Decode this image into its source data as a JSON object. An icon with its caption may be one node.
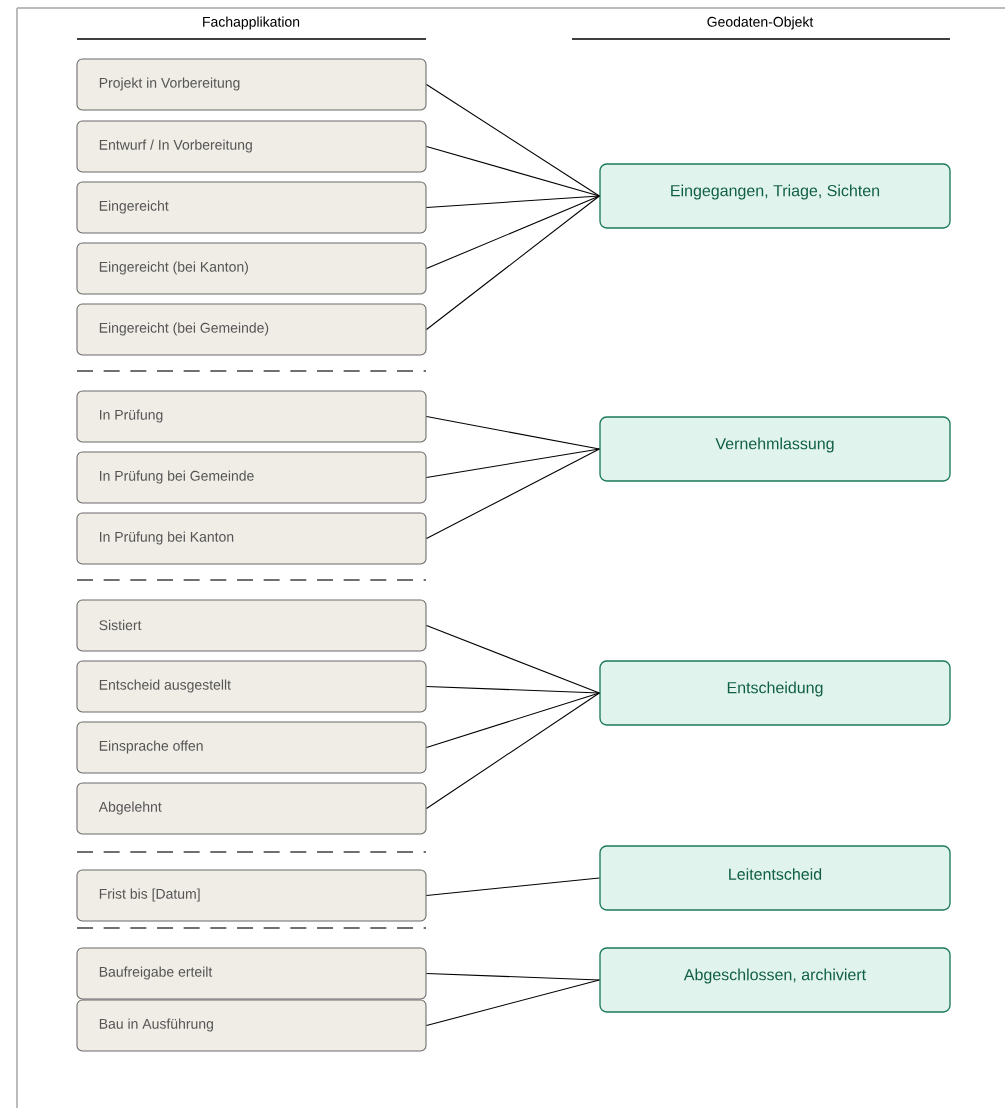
{
  "diagram": {
    "nodes": [
      {
        "text": [
          "Projekt in Vorbereitung"
        ]
      },
      {
        "text": [
          "Entwurf / In Vorbereitung"
        ]
      },
      {
        "text": [
          "Eingereicht"
        ]
      },
      {
        "text": [
          "Eingereicht (bei Kanton)"
        ]
      },
      {
        "text": [
          "Eingereicht (bei Gemeinde)"
        ]
      },
      {
        "text": [
          "In Prüfung"
        ]
      },
      {
        "text": [
          "In Prüfung bei Gemeinde"
        ]
      },
      {
        "text": [
          "In Prüfung bei Kanton"
        ]
      },
      {
        "text": [
          "Sistiert"
        ]
      },
      {
        "text": [
          "Entscheid ausgestellt"
        ]
      },
      {
        "text": [
          "Einsprache offen"
        ]
      },
      {
        "text": [
          "Abgelehnt"
        ]
      },
      {
        "text": [
          "Frist bis [Datum]"
        ]
      },
      {
        "text": [
          "Baufreigabe erteilt"
        ]
      },
      {
        "text": [
          "Bau in Ausführung"
        ]
      },
      {
        "text": [
          "Eingegangen, Triage, Sichten"
        ]
      },
      {
        "text": [
          "Vernehmlassung"
        ]
      },
      {
        "text": [
          "Entscheidung"
        ]
      },
      {
        "text": [
          "Leitentscheid"
        ]
      },
      {
        "text": [
          "Abgeschlossen, archiviert"
        ]
      }
    ],
    "edges": [
      {
        "from": 0,
        "to": 15,
        "arrow": "none"
      },
      {
        "from": 1,
        "to": 15,
        "arrow": "none"
      },
      {
        "from": 2,
        "to": 15,
        "arrow": "none"
      },
      {
        "from": 3,
        "to": 15,
        "arrow": "none"
      },
      {
        "from": 4,
        "to": 15,
        "arrow": "none"
      },
      {
        "from": 5,
        "to": 16,
        "arrow": "none"
      },
      {
        "from": 6,
        "to": 16,
        "arrow": "none"
      },
      {
        "from": 7,
        "to": 16,
        "arrow": "none"
      },
      {
        "from": 8,
        "to": 17,
        "arrow": "none"
      },
      {
        "from": 9,
        "to": 17,
        "arrow": "none"
      },
      {
        "from": 10,
        "to": 17,
        "arrow": "none"
      },
      {
        "from": 11,
        "to": 17,
        "arrow": "none"
      },
      {
        "from": 12,
        "to": 18,
        "arrow": "none"
      },
      {
        "from": 13,
        "to": 19,
        "arrow": "none"
      },
      {
        "from": 14,
        "to": 19,
        "arrow": "none"
      }
    ],
    "labels": [
      "Fachapplikation",
      "Geodaten-Objekt"
    ]
  }
}
